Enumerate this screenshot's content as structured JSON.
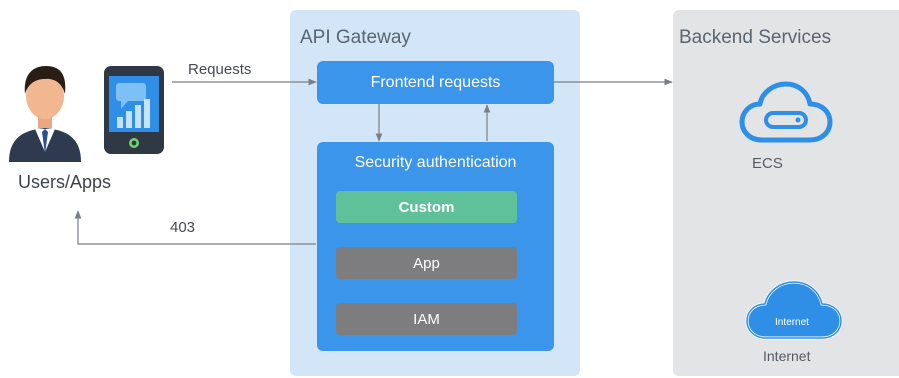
{
  "users": {
    "label": "Users/Apps"
  },
  "flows": {
    "requests": "Requests",
    "rejected": "403"
  },
  "gateway": {
    "title": "API Gateway",
    "frontend": "Frontend requests",
    "security": {
      "title": "Security authentication",
      "methods": [
        "Custom",
        "App",
        "IAM"
      ]
    }
  },
  "backend": {
    "title": "Backend Services",
    "services": [
      "ECS",
      "Internet"
    ],
    "internet_icon_text": "Internet"
  },
  "colors": {
    "gateway_panel": "#d3e6f8",
    "backend_panel": "#e3e4e6",
    "box_blue": "#3b95ea",
    "custom_green": "#5ec199",
    "method_gray": "#7d7d80",
    "icon_blue": "#2f8fe6"
  },
  "icons": [
    "user-icon",
    "mobile-app-icon",
    "ecs-server-icon",
    "internet-cloud-icon"
  ]
}
